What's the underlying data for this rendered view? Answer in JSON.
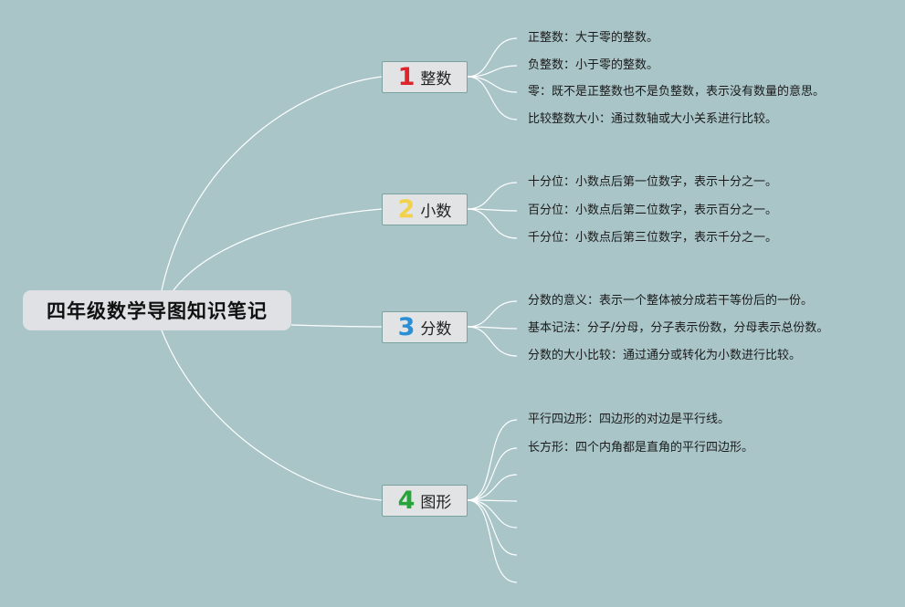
{
  "root": {
    "title": "四年级数学导图知识笔记"
  },
  "colors": {
    "background": "#a9c5c8",
    "connector": "#ffffff",
    "branch_border": "#7aa29e"
  },
  "branches": [
    {
      "number": "1",
      "color": "#e0242b",
      "label": "整数",
      "leaves": [
        "正整数：大于零的整数。",
        "负整数：小于零的整数。",
        "零：既不是正整数也不是负整数，表示没有数量的意思。",
        "比较整数大小：通过数轴或大小关系进行比较。"
      ]
    },
    {
      "number": "2",
      "color": "#f1d24a",
      "label": "小数",
      "leaves": [
        "十分位：小数点后第一位数字，表示十分之一。",
        "百分位：小数点后第二位数字，表示百分之一。",
        "千分位：小数点后第三位数字，表示千分之一。"
      ]
    },
    {
      "number": "3",
      "color": "#2a8fd6",
      "label": "分数",
      "leaves": [
        "分数的意义：表示一个整体被分成若干等份后的一份。",
        "基本记法：分子/分母，分子表示份数，分母表示总份数。",
        "分数的大小比较：通过通分或转化为小数进行比较。"
      ]
    },
    {
      "number": "4",
      "color": "#27a43a",
      "label": "图形",
      "leaves": [
        "平行四边形：四边形的对边是平行线。",
        "长方形：四个内角都是直角的平行四边形。",
        "",
        "",
        "",
        "",
        ""
      ]
    }
  ]
}
